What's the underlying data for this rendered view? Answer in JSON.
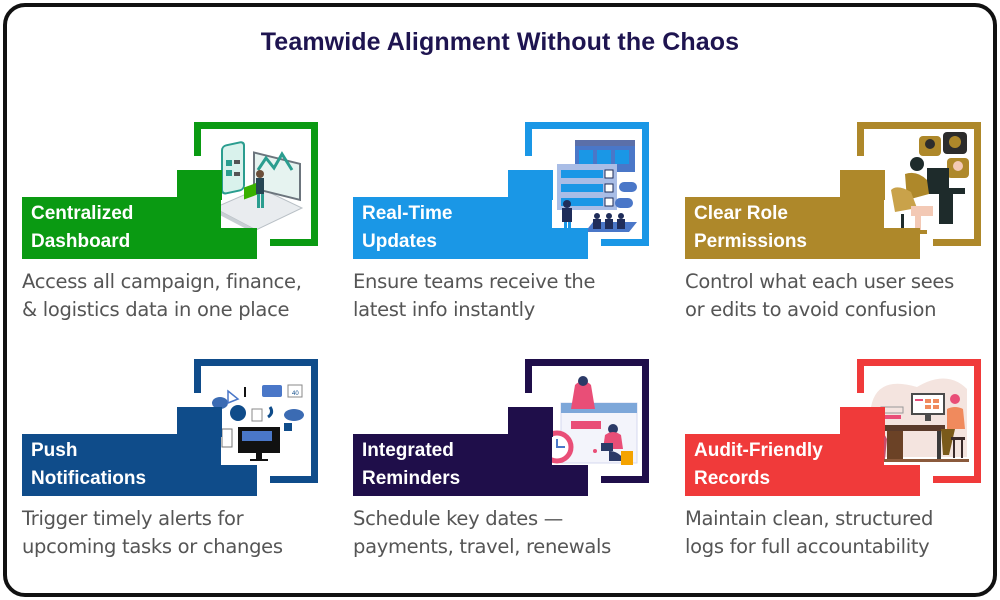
{
  "page": {
    "title": "Teamwide Alignment Without the Chaos"
  },
  "cards": [
    {
      "label_line1": "Centralized",
      "label_line2": "Dashboard",
      "desc_line1": "Access all campaign, finance,",
      "desc_line2": "& logistics data in one place",
      "color": "#0A9A12",
      "illustration": "dashboard-illustration"
    },
    {
      "label_line1": "Real-Time",
      "label_line2": "Updates",
      "desc_line1": "Ensure teams receive the",
      "desc_line2": "latest info instantly",
      "color": "#1A97E6",
      "illustration": "presentation-illustration"
    },
    {
      "label_line1": "Clear Role",
      "label_line2": "Permissions",
      "desc_line1": "Control what each user sees",
      "desc_line2": "or edits to avoid confusion",
      "color": "#AE882A",
      "illustration": "video-call-illustration"
    },
    {
      "label_line1": "Push",
      "label_line2": "Notifications",
      "desc_line1": "Trigger timely alerts for",
      "desc_line2": "upcoming tasks or changes",
      "color": "#0F4C8A",
      "illustration": "notifications-illustration"
    },
    {
      "label_line1": "Integrated",
      "label_line2": "Reminders",
      "desc_line1": "Schedule key dates —",
      "desc_line2": "payments, travel, renewals",
      "color": "#1F0E4A",
      "illustration": "calendar-illustration"
    },
    {
      "label_line1": "Audit-Friendly",
      "label_line2": "Records",
      "desc_line1": "Maintain clean, structured",
      "desc_line2": "logs for full accountability",
      "color": "#F03A3A",
      "illustration": "office-desk-illustration"
    }
  ]
}
